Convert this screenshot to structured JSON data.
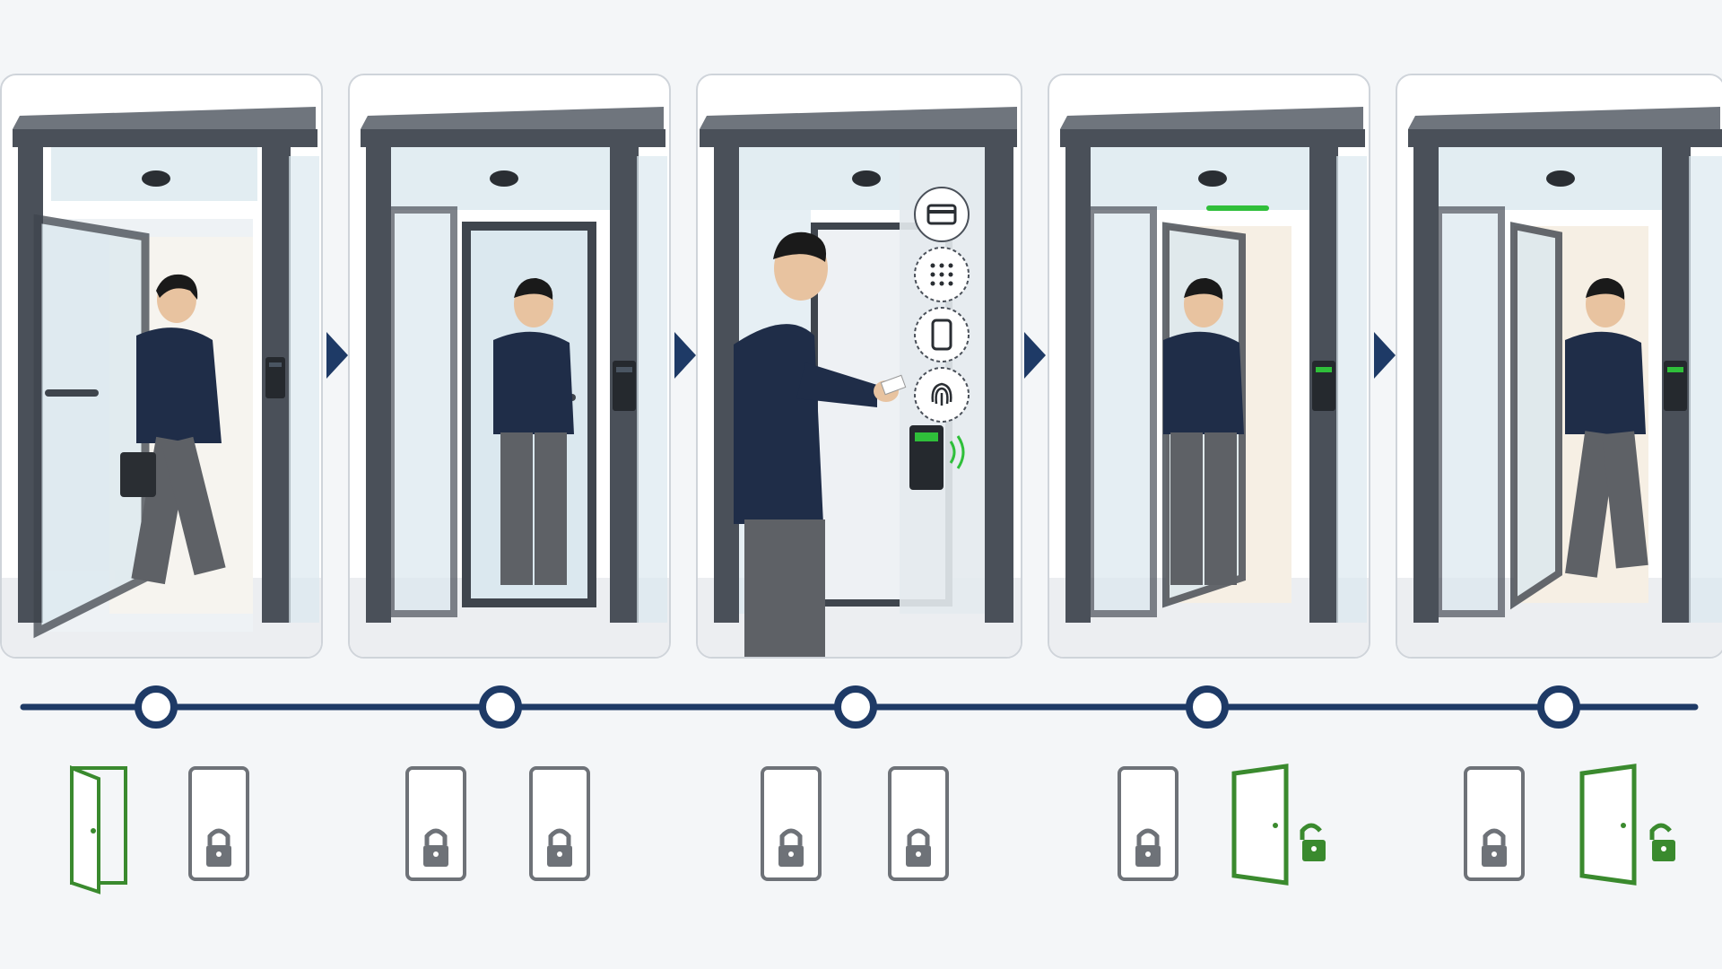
{
  "colors": {
    "navy": "#1e3a66",
    "frame": "#4a5059",
    "frame_light": "#8b929b",
    "glass": "#dbe8ef",
    "jacket": "#1f2d48",
    "pants": "#5e6166",
    "skin": "#e8c3a0",
    "hair": "#1a1a1a",
    "locked": "#6e7278",
    "unlocked": "#3a8a2e",
    "led_green": "#2fbf3a"
  },
  "stages": [
    {
      "step": 1,
      "scene": "person-entering-through-open-outer-door",
      "outer_door": "open",
      "inner_door": "locked",
      "icons": [
        "door-open-icon",
        "door-locked-icon"
      ]
    },
    {
      "step": 2,
      "scene": "person-inside-vestibule-both-doors-closed",
      "outer_door": "locked",
      "inner_door": "locked",
      "icons": [
        "door-locked-icon",
        "door-locked-icon"
      ]
    },
    {
      "step": 3,
      "scene": "person-presenting-credential-at-reader",
      "outer_door": "locked",
      "inner_door": "locked",
      "credential_options": [
        "card-icon",
        "keypad-icon",
        "mobile-phone-icon",
        "fingerprint-icon"
      ],
      "icons": [
        "door-locked-icon",
        "door-locked-icon"
      ]
    },
    {
      "step": 4,
      "scene": "inner-door-unlocks-green-indicator",
      "outer_door": "locked",
      "inner_door": "unlocked",
      "icons": [
        "door-locked-icon",
        "door-unlocked-icon"
      ]
    },
    {
      "step": 5,
      "scene": "person-exits-into-secure-area",
      "outer_door": "locked",
      "inner_door": "unlocked",
      "icons": [
        "door-locked-icon",
        "door-unlocked-icon"
      ]
    }
  ]
}
